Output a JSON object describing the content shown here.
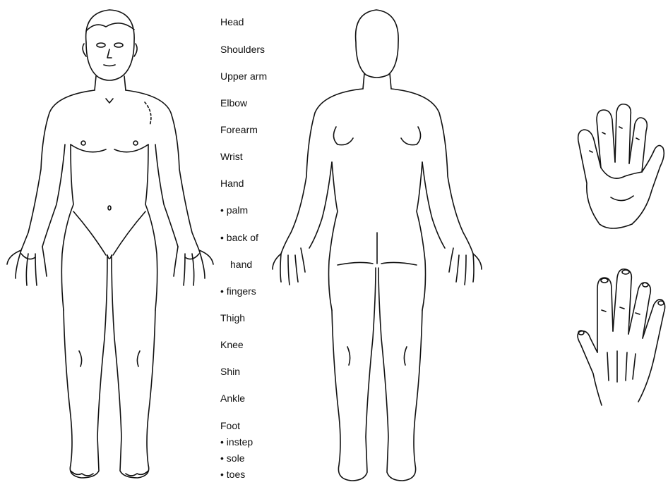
{
  "diagram": {
    "labels": {
      "head": "Head",
      "shoulders": "Shoulders",
      "upper_arm": "Upper arm",
      "elbow": "Elbow",
      "forearm": "Forearm",
      "wrist": "Wrist",
      "hand": "Hand",
      "palm": "• palm",
      "back_of": "• back of",
      "hand_cont": "hand",
      "fingers": "• fingers",
      "thigh": "Thigh",
      "knee": "Knee",
      "shin": "Shin",
      "ankle": "Ankle",
      "foot": "Foot",
      "instep": "• instep",
      "sole": "• sole",
      "toes": "• toes"
    }
  }
}
